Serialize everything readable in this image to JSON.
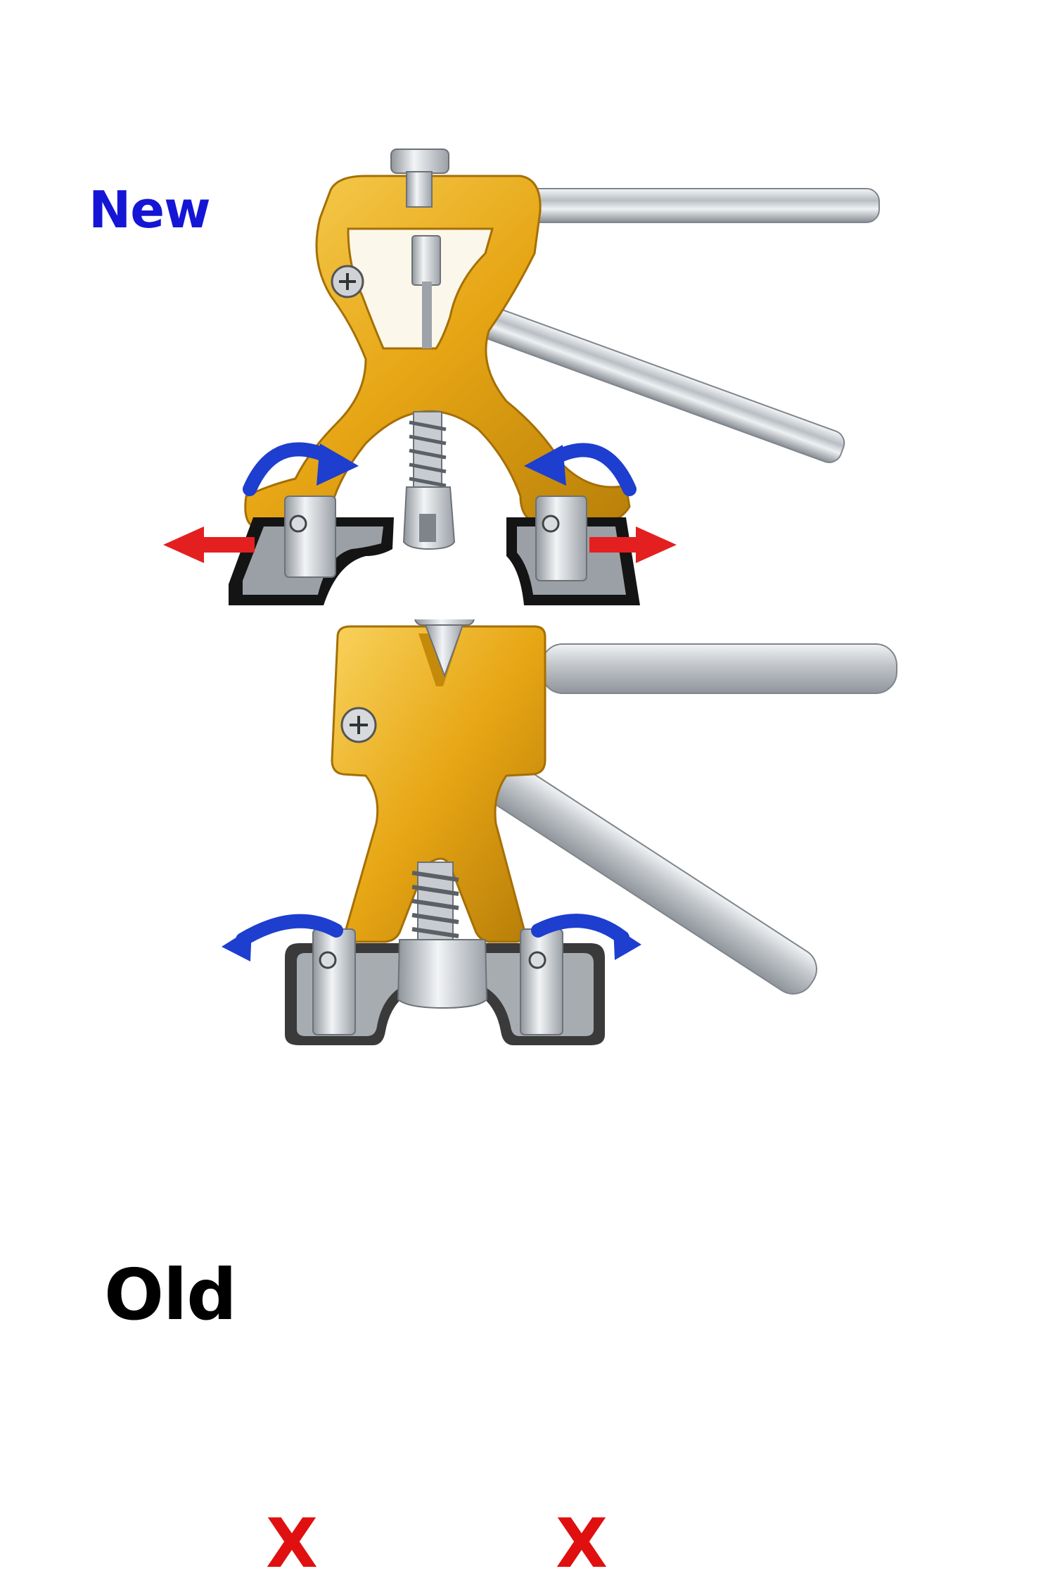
{
  "labels": {
    "new": "New",
    "old": "Old"
  },
  "marks": {
    "left_x": "X",
    "right_x": "X"
  },
  "colors": {
    "new_label": "#1515d6",
    "old_label": "#000000",
    "gold": "#e7a614",
    "gold_light": "#f6c84a",
    "gold_dark": "#b57a07",
    "silver": "#d4d8dc",
    "silver_dark": "#8c9298",
    "rubber": "#151515",
    "arrow_blue": "#1d3ecf",
    "arrow_red": "#e41f1f",
    "x_red": "#e01010"
  },
  "icons": [
    "curved-arrow-icon",
    "straight-arrow-icon",
    "x-mark-icon"
  ]
}
